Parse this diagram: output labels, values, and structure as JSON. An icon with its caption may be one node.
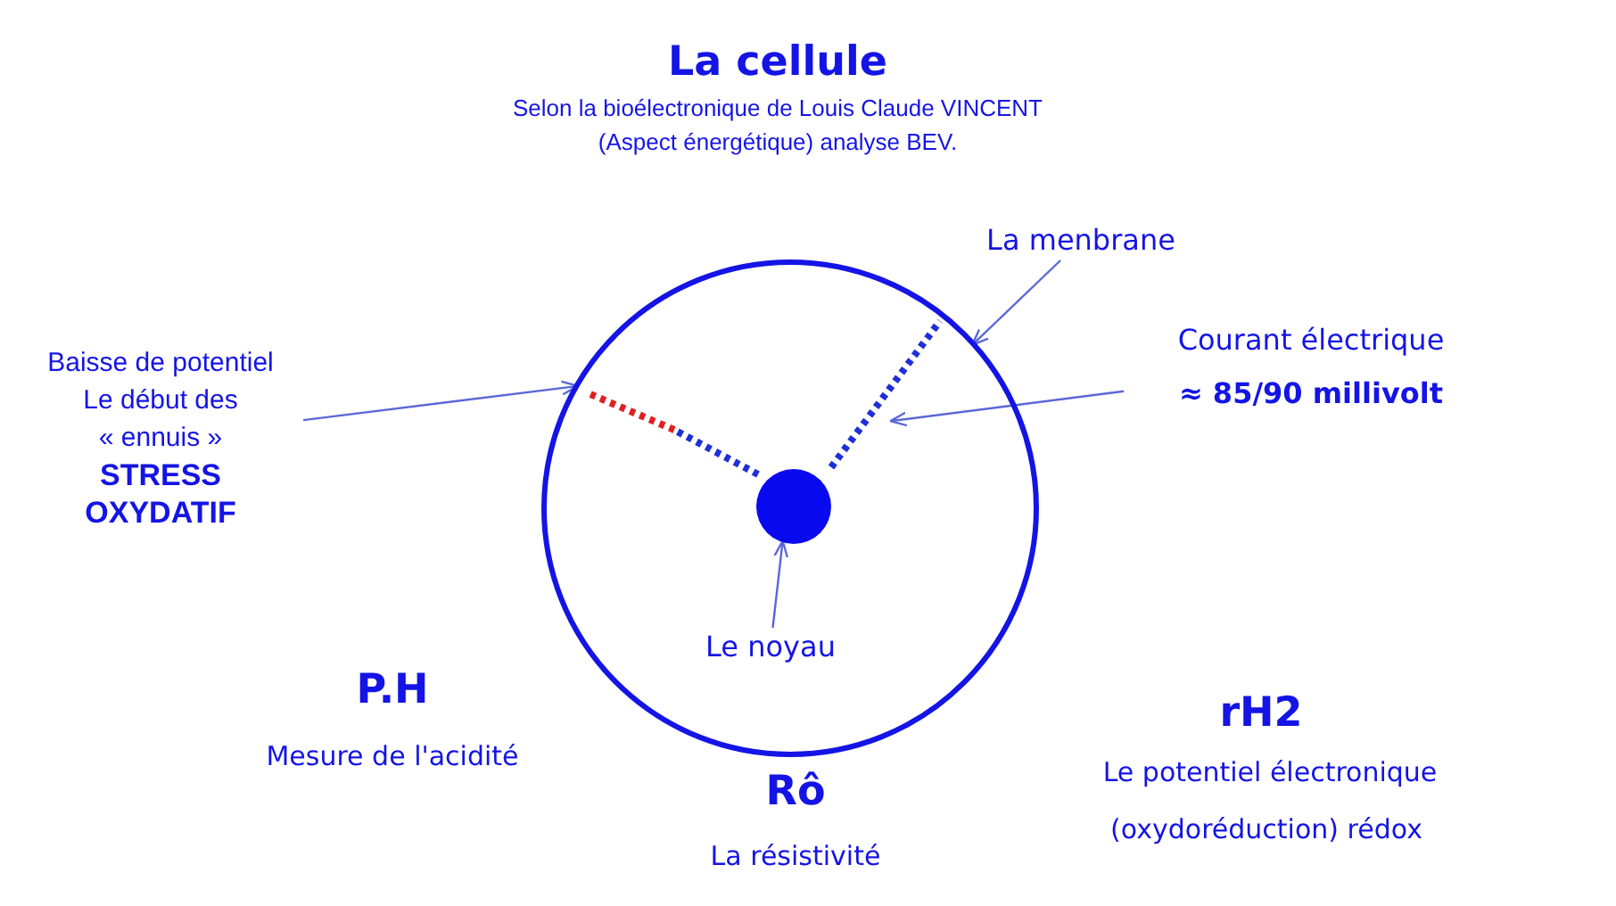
{
  "diagram": {
    "title": "La cellule",
    "nodes": [
      {
        "text": [],
        "shape": "circle"
      },
      {
        "text": [],
        "shape": "circle",
        "in": 0
      },
      {
        "text": [
          "La menbrane"
        ]
      },
      {
        "text": [
          "Courant électrique",
          "≈ 85/90 millivolt"
        ]
      },
      {
        "text": [
          "Baisse de potentiel",
          "Le début des",
          "« ennuis »",
          "STRESS OXYDATIF"
        ]
      },
      {
        "text": [
          "Le noyau"
        ],
        "in": 0
      }
    ],
    "edges": [
      {
        "from": 2,
        "to": 0,
        "arrow": "to"
      },
      {
        "from": 3,
        "to": null,
        "arrow": "to"
      },
      {
        "from": 4,
        "to": 0,
        "arrow": "to"
      },
      {
        "from": 5,
        "to": 1,
        "arrow": "to"
      }
    ],
    "labels": [
      "Selon la bioélectronique de Louis Claude VINCENT (Aspect énergétique) analyse BEV.",
      "P.H",
      "Mesure de l'acidité",
      "Rô",
      "La résistivité",
      "rH2",
      "Le potentiel électronique",
      "(oxydoréduction) rédox"
    ]
  }
}
